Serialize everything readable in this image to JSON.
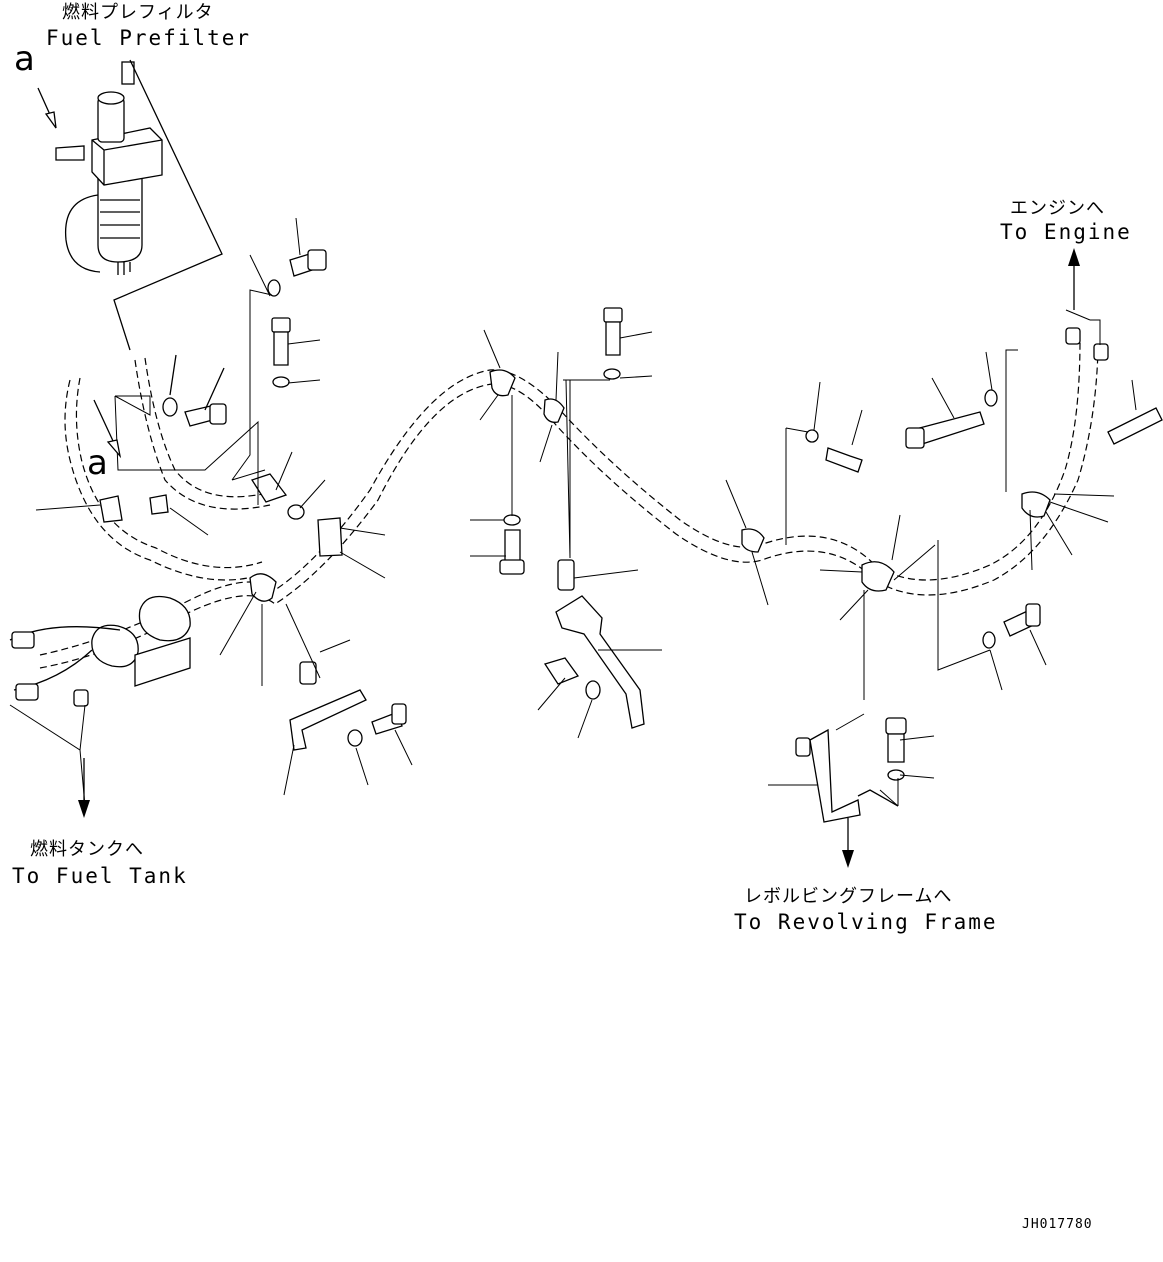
{
  "labels": {
    "fuel_prefilter_jp": "燃料プレフィルタ",
    "fuel_prefilter_en": "Fuel Prefilter",
    "to_engine_jp": "エンジンへ",
    "to_engine_en": "To Engine",
    "to_fuel_tank_jp": "燃料タンクへ",
    "to_fuel_tank_en": "To Fuel Tank",
    "to_revolving_frame_jp": "レボルビングフレームへ",
    "to_revolving_frame_en": "To Revolving Frame",
    "view_marker_top": "a",
    "view_marker_mid": "a",
    "drawing_code": "JH017780"
  },
  "icons": {
    "arrow_up": "arrow-up-icon",
    "arrow_down": "arrow-down-icon"
  },
  "colors": {
    "line": "#000000",
    "background": "#ffffff"
  }
}
